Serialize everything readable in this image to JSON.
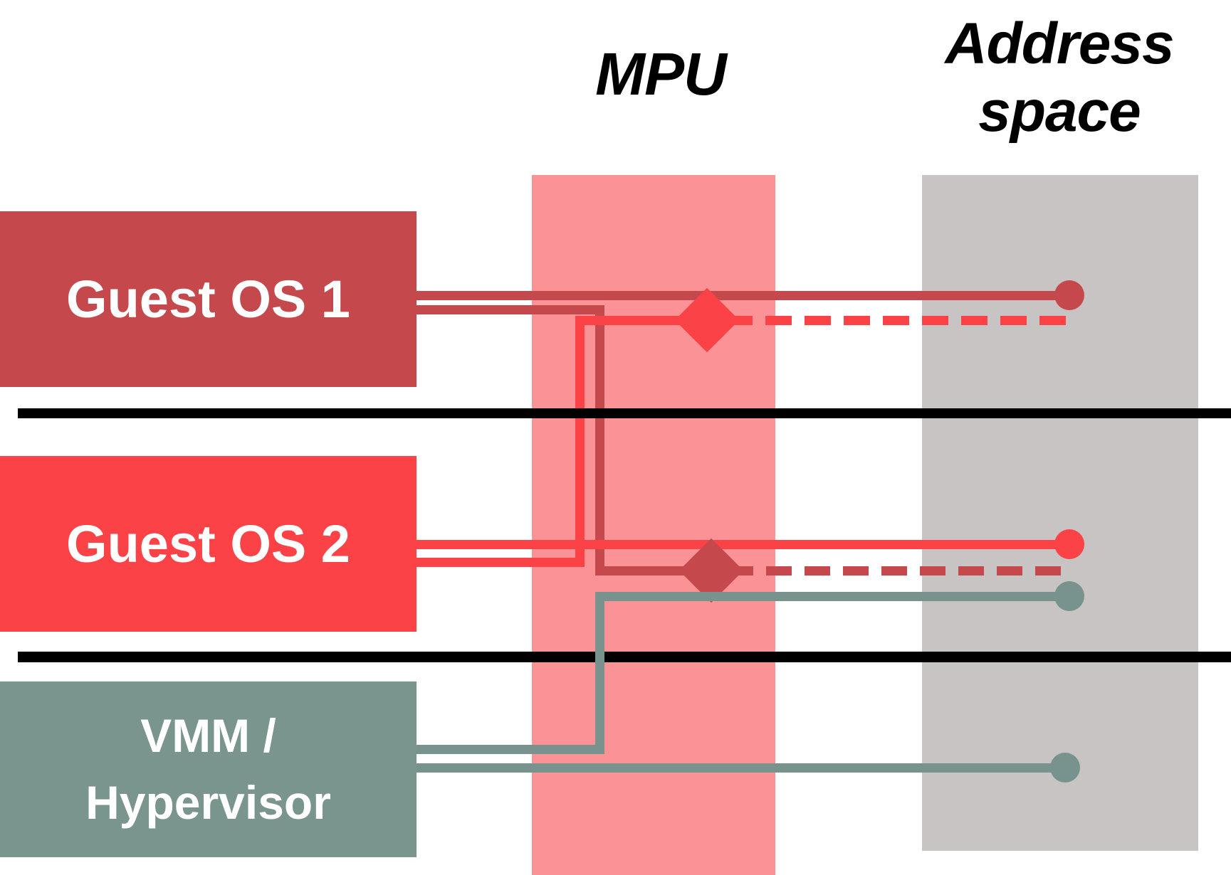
{
  "title": "MPU-based memory isolation between guest OSes and hypervisor",
  "header": {
    "mpu_label": "MPU",
    "address_space_line1": "Address",
    "address_space_line2": "space"
  },
  "boxes": [
    {
      "id": "guest-os-1",
      "label": "Guest OS 1"
    },
    {
      "id": "guest-os-2",
      "label": "Guest OS 2"
    },
    {
      "id": "vmm",
      "label_line1": "VMM /",
      "label_line2": "Hypervisor"
    }
  ],
  "colors": {
    "background": "#FFFFFF",
    "dark_red": "#C5494C",
    "bright_red": "#FA4247",
    "teal_box": "#7A948E",
    "teal_line": "#78938D",
    "mpu_band": "#FB9396",
    "address_band": "#C8C4C3",
    "separator": "#000000",
    "box_text": "#FFFFFF",
    "header_text": "#000000"
  },
  "connections": [
    {
      "from": "Guest OS 1",
      "to": "own region in address space",
      "through": "MPU",
      "result": "allowed",
      "line_style": "solid",
      "line_color": "dark_red",
      "endpoint": "dot"
    },
    {
      "from": "Guest OS 1",
      "to": "Guest OS 2 region in address space",
      "through": "MPU",
      "result": "blocked",
      "line_style": "solid then dashed after X",
      "line_color": "dark_red",
      "endpoint": "x-mark in MPU"
    },
    {
      "from": "Guest OS 2",
      "to": "own region in address space",
      "through": "MPU",
      "result": "allowed",
      "line_style": "solid",
      "line_color": "bright_red",
      "endpoint": "dot"
    },
    {
      "from": "Guest OS 2",
      "to": "Guest OS 1 region in address space",
      "through": "MPU",
      "result": "blocked",
      "line_style": "solid then dashed after X",
      "line_color": "bright_red",
      "endpoint": "x-mark in MPU"
    },
    {
      "from": "VMM / Hypervisor",
      "to": "Guest OS 2 region in address space",
      "through": "MPU",
      "result": "allowed",
      "line_style": "solid",
      "line_color": "teal",
      "endpoint": "dot"
    },
    {
      "from": "VMM / Hypervisor",
      "to": "own region in address space",
      "through": "MPU",
      "result": "allowed",
      "line_style": "solid",
      "line_color": "teal",
      "endpoint": "dot"
    }
  ]
}
